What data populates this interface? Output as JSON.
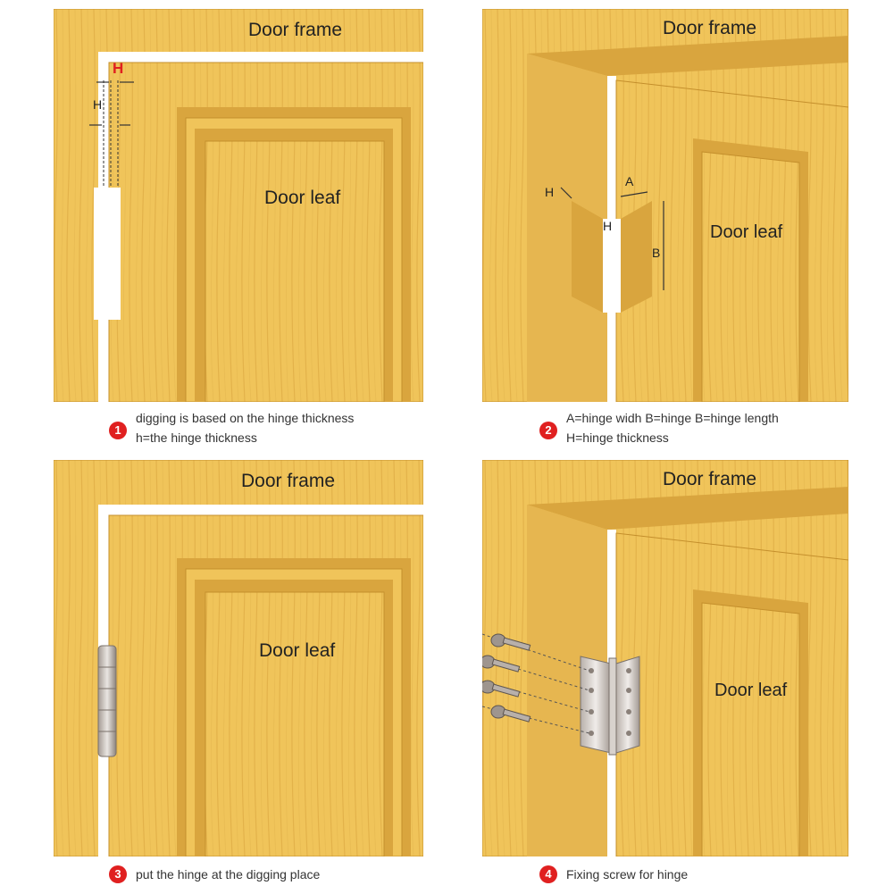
{
  "panels": [
    {
      "frame_label": "Door frame",
      "leaf_label": "Door leaf",
      "dim_h_upper": "H",
      "dim_h_lower": "H",
      "step": "1",
      "caption_line1": "digging is based on the hinge thickness",
      "caption_line2": "h=the hinge thickness"
    },
    {
      "frame_label": "Door frame",
      "leaf_label": "Door leaf",
      "dim_a": "A",
      "dim_b": "B",
      "dim_h_outer": "H",
      "dim_h_inner": "H",
      "step": "2",
      "caption_line1": "A=hinge widh B=hinge B=hinge length",
      "caption_line2": "H=hinge thickness"
    },
    {
      "frame_label": "Door frame",
      "leaf_label": "Door leaf",
      "step": "3",
      "caption_line1": "put the hinge at the digging place"
    },
    {
      "frame_label": "Door frame",
      "leaf_label": "Door leaf",
      "step": "4",
      "caption_line1": "Fixing screw for hinge"
    }
  ],
  "colors": {
    "wood": "#f0c45a",
    "wood_dark": "#d9a53e",
    "wood_shadow": "#c48f2c",
    "gap": "#ffffff",
    "accent_red": "#e02020",
    "hinge": "#c9c2bd"
  }
}
